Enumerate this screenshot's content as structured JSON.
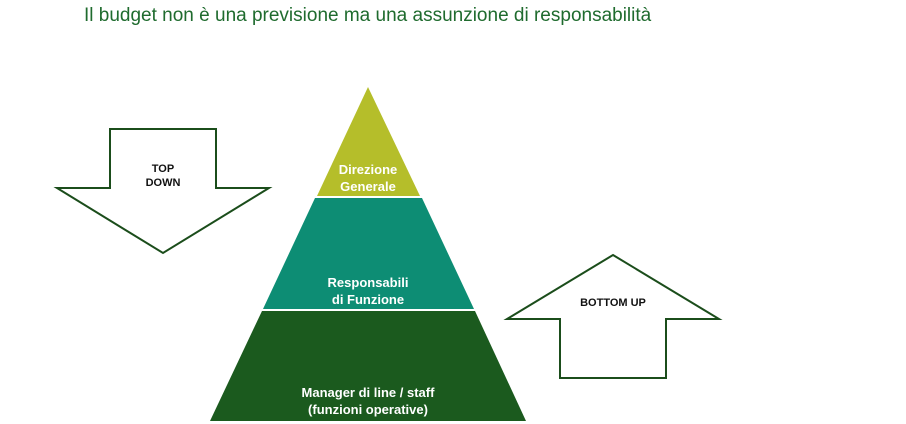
{
  "title": "Il budget non è una previsione ma una assunzione di responsabilità",
  "colors": {
    "title": "#1f6b2e",
    "pyramid_top": "#b5be2a",
    "pyramid_middle": "#0d8d74",
    "pyramid_bottom": "#1b5a1e",
    "arrow_outline": "#1b4d1b"
  },
  "arrows": {
    "top_down": {
      "line1": "TOP",
      "line2": "DOWN"
    },
    "bottom_up": {
      "label": "BOTTOM UP"
    }
  },
  "pyramid": {
    "top": {
      "line1": "Direzione",
      "line2": "Generale"
    },
    "middle": {
      "line1": "Responsabili",
      "line2": "di Funzione"
    },
    "bottom": {
      "line1": "Manager di line / staff",
      "line2": "(funzioni operative)"
    }
  }
}
